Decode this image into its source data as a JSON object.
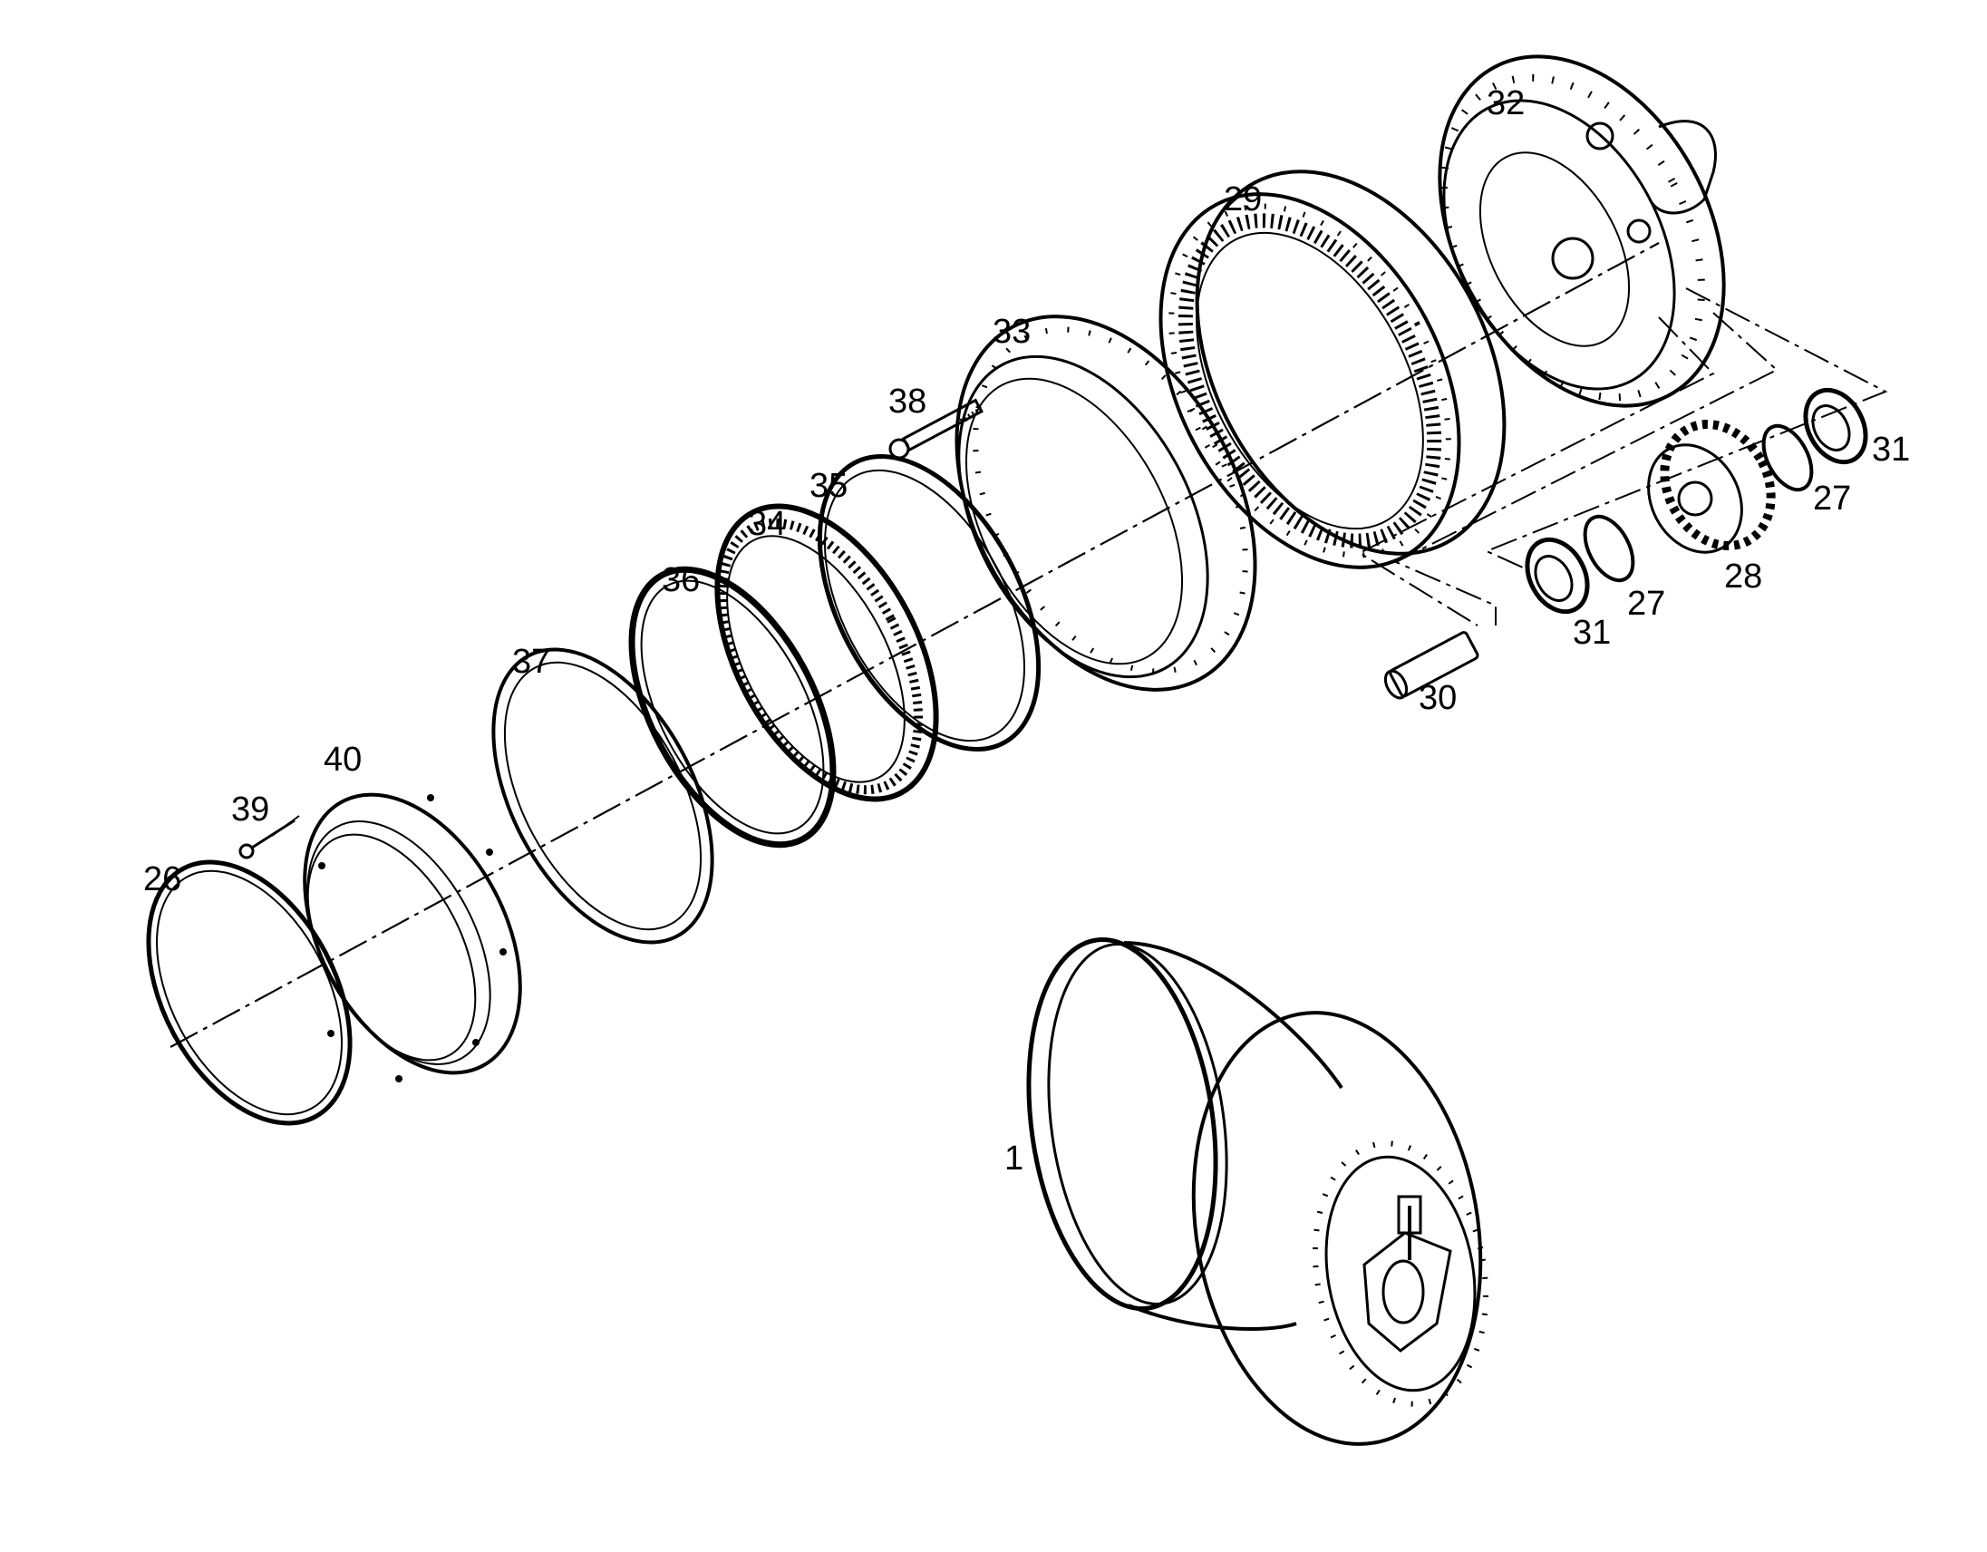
{
  "diagram": {
    "parts": [
      {
        "id": "part-1",
        "label": "1"
      },
      {
        "id": "part-26",
        "label": "26"
      },
      {
        "id": "part-27a",
        "label": "27"
      },
      {
        "id": "part-27b",
        "label": "27"
      },
      {
        "id": "part-28",
        "label": "28"
      },
      {
        "id": "part-29",
        "label": "29"
      },
      {
        "id": "part-30",
        "label": "30"
      },
      {
        "id": "part-31a",
        "label": "31"
      },
      {
        "id": "part-31b",
        "label": "31"
      },
      {
        "id": "part-32",
        "label": "32"
      },
      {
        "id": "part-33",
        "label": "33"
      },
      {
        "id": "part-34",
        "label": "34"
      },
      {
        "id": "part-35",
        "label": "35"
      },
      {
        "id": "part-36",
        "label": "36"
      },
      {
        "id": "part-37",
        "label": "37"
      },
      {
        "id": "part-38",
        "label": "38"
      },
      {
        "id": "part-39",
        "label": "39"
      },
      {
        "id": "part-40",
        "label": "40"
      }
    ]
  }
}
